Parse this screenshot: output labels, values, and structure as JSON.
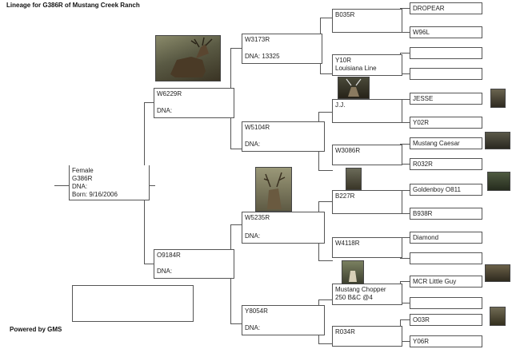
{
  "title": "Lineage for G386R of Mustang Creek Ranch",
  "powered_by": "Powered by GMS",
  "subject": {
    "label": "Female",
    "id": "G386R",
    "dna": "DNA:",
    "born": "Born: 9/16/2006"
  },
  "parents": {
    "sire": {
      "id": "W6229R",
      "dna": "DNA:"
    },
    "dam": {
      "id": "O9184R",
      "dna": "DNA:"
    }
  },
  "grandparents": [
    {
      "id": "W3173R",
      "dna": "DNA: 13325"
    },
    {
      "id": "W5104R",
      "dna": "DNA:"
    },
    {
      "id": "W5235R",
      "dna": "DNA:"
    },
    {
      "id": "Y8054R",
      "dna": "DNA:"
    }
  ],
  "great_grandparents": [
    {
      "id": "B035R",
      "line2": ""
    },
    {
      "id": "Y10R",
      "line2": "Louisiana Line"
    },
    {
      "id": "J.J.",
      "line2": ""
    },
    {
      "id": "W3086R",
      "line2": ""
    },
    {
      "id": "B227R",
      "line2": ""
    },
    {
      "id": "W4118R",
      "line2": ""
    },
    {
      "id": "Mustang Chopper",
      "line2": "250 B&C @4"
    },
    {
      "id": "R034R",
      "line2": ""
    }
  ],
  "great_great_grandparents": [
    "DROPEAR",
    "W96L",
    "",
    "",
    "JESSE",
    "Y02R",
    "Mustang Caesar",
    "R032R",
    "Goldenboy O811",
    "B938R",
    "Diamond",
    "",
    "MCR Little Guy",
    "",
    "O03R",
    "Y06R"
  ],
  "colors": {
    "line": "#555555",
    "photo_bg": "#6b6650",
    "photo_dark": "#3a3424"
  }
}
